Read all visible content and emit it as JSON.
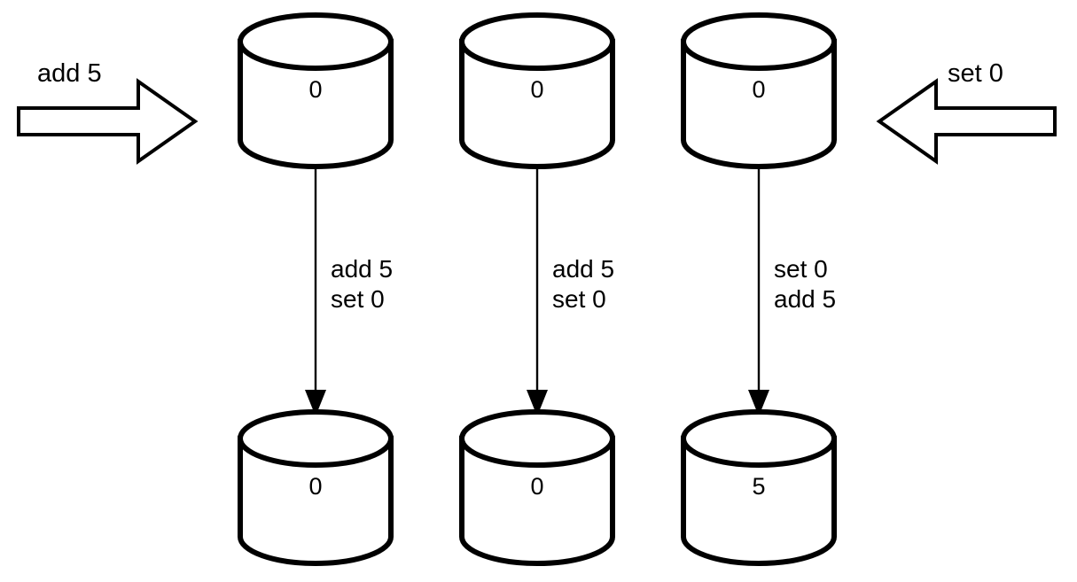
{
  "diagram": {
    "title": "replica-operation-ordering-diagram",
    "background_color": "#ffffff",
    "stroke_color": "#000000",
    "external_inputs": [
      {
        "name": "left-input",
        "label": "add 5",
        "direction": "right"
      },
      {
        "name": "right-input",
        "label": "set 0",
        "direction": "left"
      }
    ],
    "columns": [
      {
        "id": "replica-1",
        "top_value": "0",
        "bottom_value": "0",
        "operations": [
          "add 5",
          "set 0"
        ]
      },
      {
        "id": "replica-2",
        "top_value": "0",
        "bottom_value": "0",
        "operations": [
          "add 5",
          "set 0"
        ]
      },
      {
        "id": "replica-3",
        "top_value": "0",
        "bottom_value": "5",
        "operations": [
          "set 0",
          "add 5"
        ]
      }
    ]
  }
}
